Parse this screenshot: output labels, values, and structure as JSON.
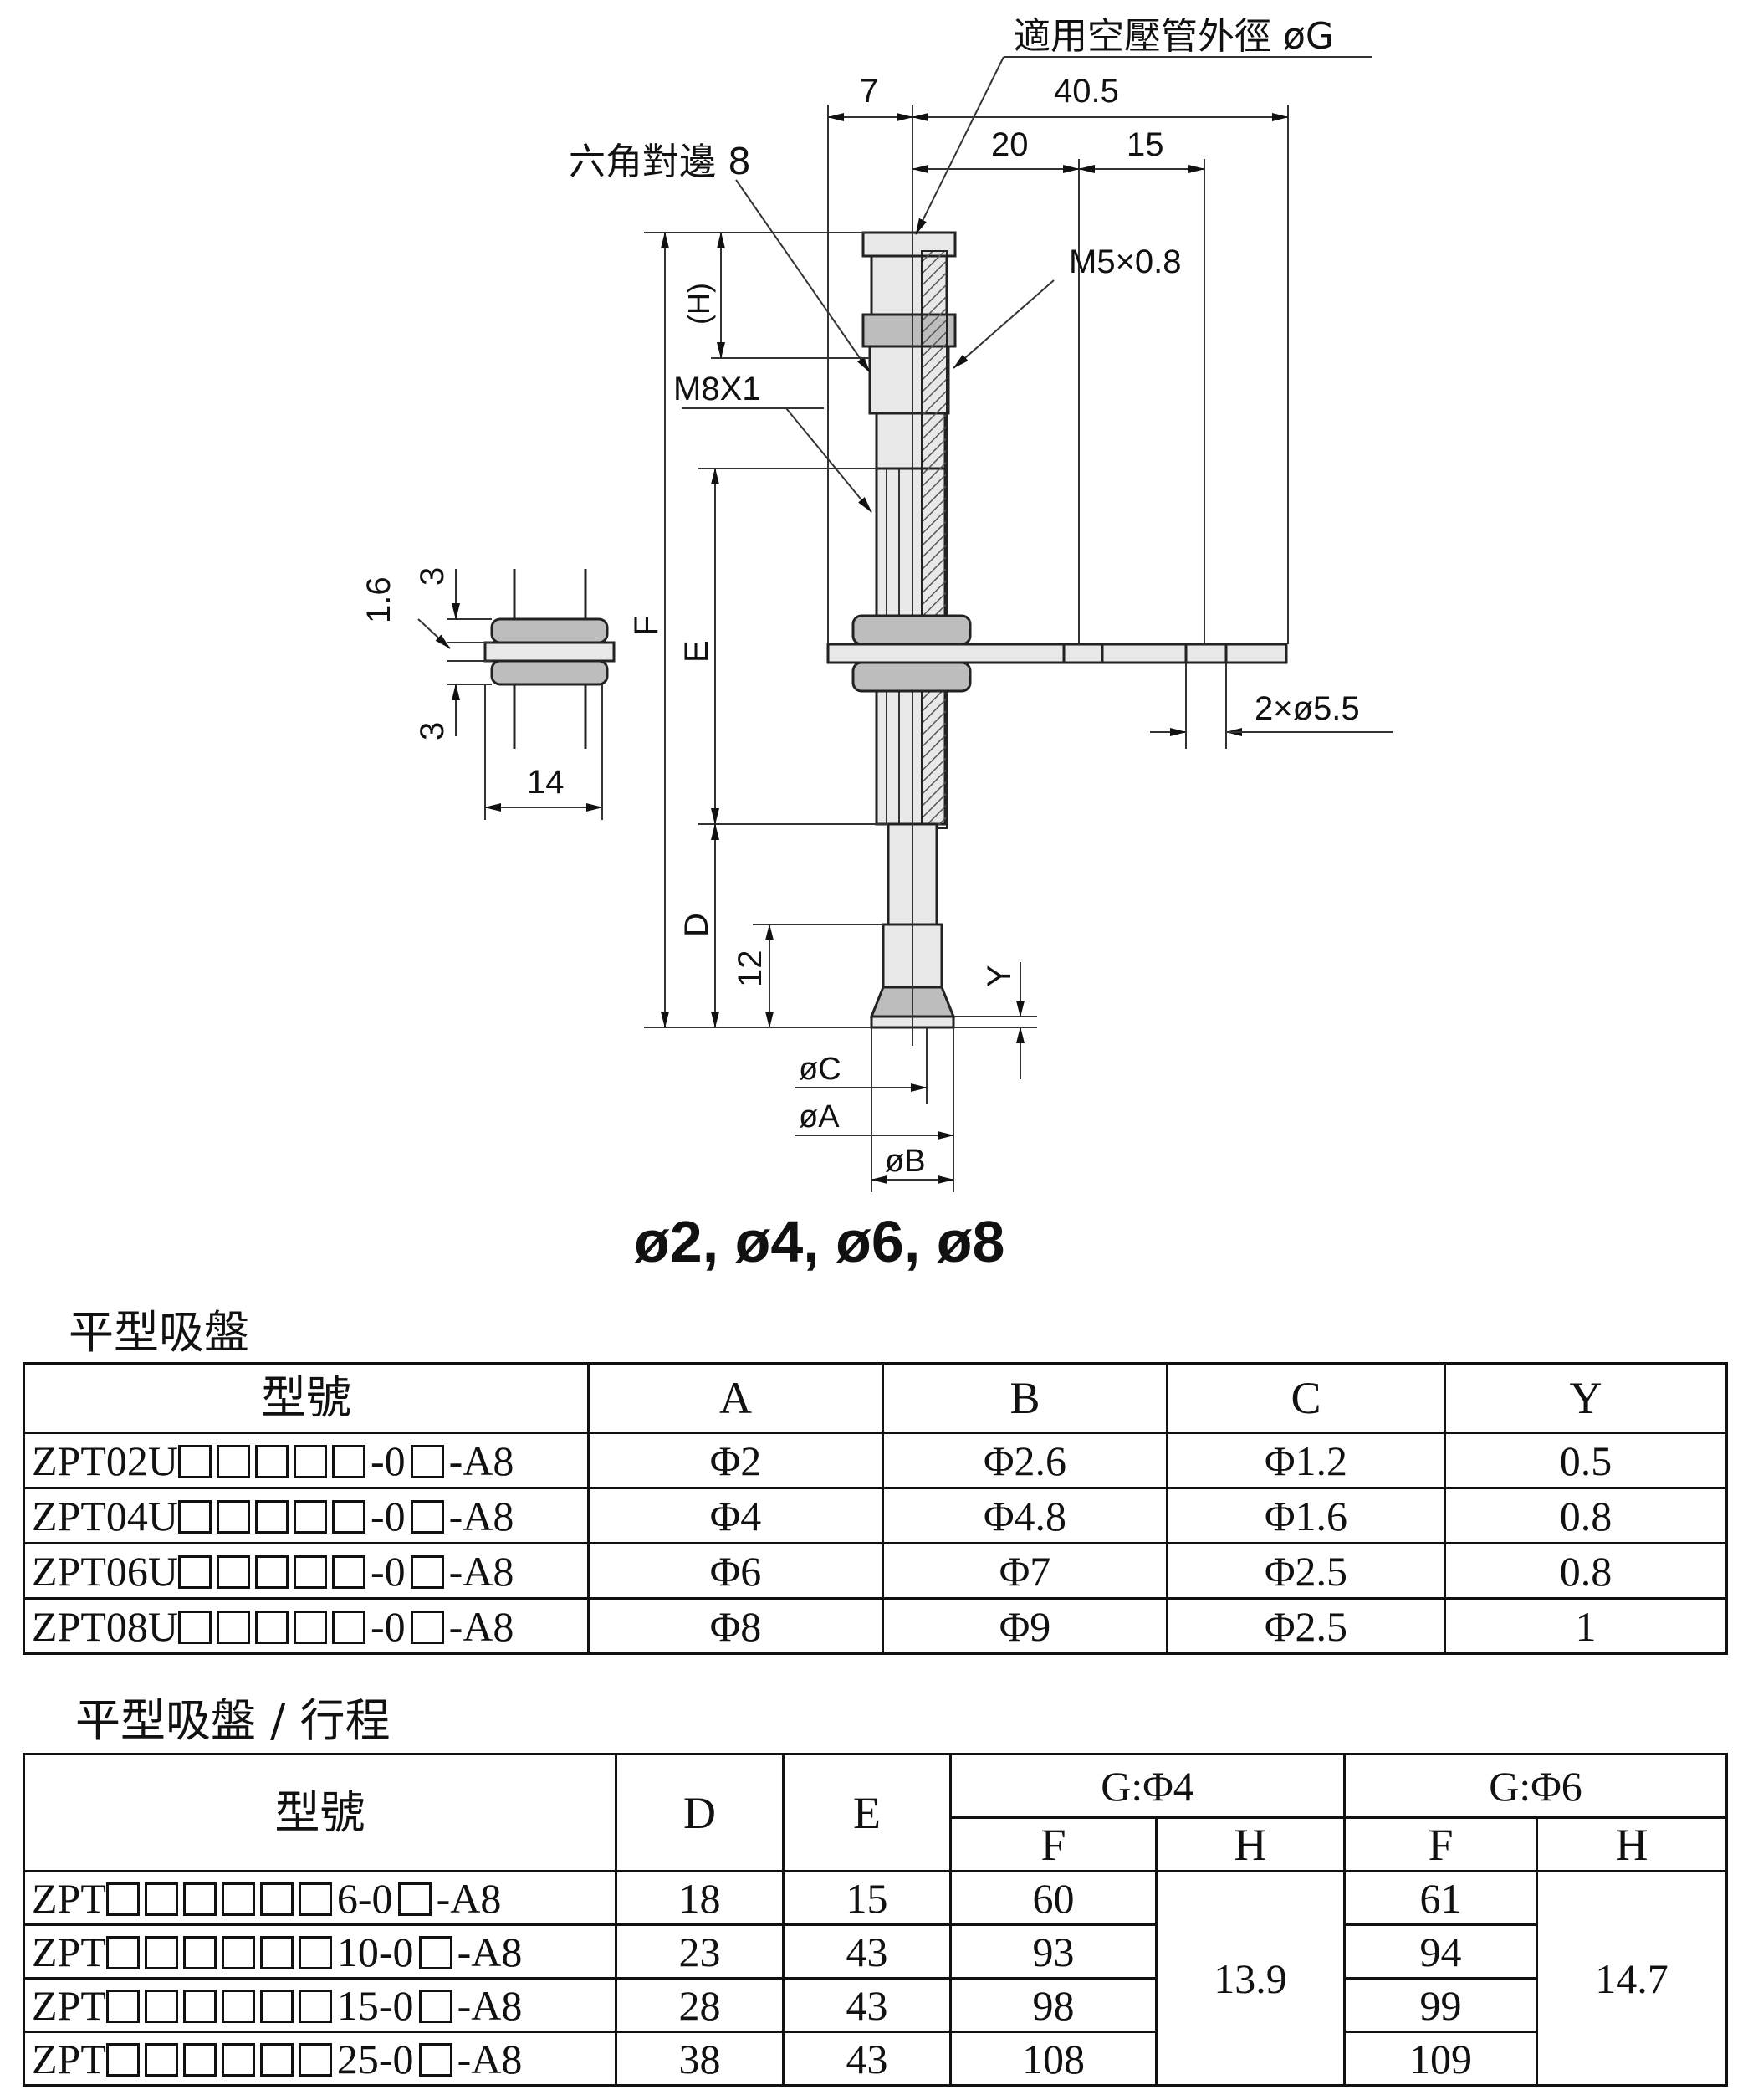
{
  "drawing": {
    "labels": {
      "tube_od": "適用空壓管外徑 øG",
      "hex": "六角對邊 8",
      "dim_7": "7",
      "dim_40_5": "40.5",
      "dim_20": "20",
      "dim_15": "15",
      "thread_m5": "M5×0.8",
      "thread_m8": "M8X1",
      "dim_h": "(H)",
      "dim_f": "F",
      "dim_e": "E",
      "dim_d": "D",
      "dim_12": "12",
      "dim_y": "Y",
      "dim_c": "øC",
      "dim_a": "øA",
      "dim_b": "øB",
      "holes": "2×ø5.5",
      "nut_1_6": "1.6",
      "nut_3_top": "3",
      "nut_3_bottom": "3",
      "nut_14": "14",
      "sizes": "ø2, ø4, ø6, ø8"
    }
  },
  "table1": {
    "title": "平型吸盤",
    "headers": [
      "型號",
      "A",
      "B",
      "C",
      "Y"
    ],
    "rows": [
      {
        "prefix": "ZPT02U",
        "boxes": 5,
        "mid": "-0",
        "suffix": "-A8",
        "A": "Φ2",
        "B": "Φ2.6",
        "C": "Φ1.2",
        "Y": "0.5"
      },
      {
        "prefix": "ZPT04U",
        "boxes": 5,
        "mid": "-0",
        "suffix": "-A8",
        "A": "Φ4",
        "B": "Φ4.8",
        "C": "Φ1.6",
        "Y": "0.8"
      },
      {
        "prefix": "ZPT06U",
        "boxes": 5,
        "mid": "-0",
        "suffix": "-A8",
        "A": "Φ6",
        "B": "Φ7",
        "C": "Φ2.5",
        "Y": "0.8"
      },
      {
        "prefix": "ZPT08U",
        "boxes": 5,
        "mid": "-0",
        "suffix": "-A8",
        "A": "Φ8",
        "B": "Φ9",
        "C": "Φ2.5",
        "Y": "1"
      }
    ]
  },
  "table2": {
    "title": "平型吸盤 / 行程",
    "header_model": "型號",
    "header_d": "D",
    "header_e": "E",
    "group_g4": "G:Φ4",
    "group_g6": "G:Φ6",
    "sub_f": "F",
    "sub_h": "H",
    "h_g4": "13.9",
    "h_g6": "14.7",
    "rows": [
      {
        "prefix": "ZPT",
        "boxes": 6,
        "stroke": "6-0",
        "suffix": "-A8",
        "D": "18",
        "E": "15",
        "F_g4": "60",
        "F_g6": "61"
      },
      {
        "prefix": "ZPT",
        "boxes": 6,
        "stroke": "10-0",
        "suffix": "-A8",
        "D": "23",
        "E": "43",
        "F_g4": "93",
        "F_g6": "94"
      },
      {
        "prefix": "ZPT",
        "boxes": 6,
        "stroke": "15-0",
        "suffix": "-A8",
        "D": "28",
        "E": "43",
        "F_g4": "98",
        "F_g6": "99"
      },
      {
        "prefix": "ZPT",
        "boxes": 6,
        "stroke": "25-0",
        "suffix": "-A8",
        "D": "38",
        "E": "43",
        "F_g4": "108",
        "F_g6": "109"
      }
    ]
  }
}
